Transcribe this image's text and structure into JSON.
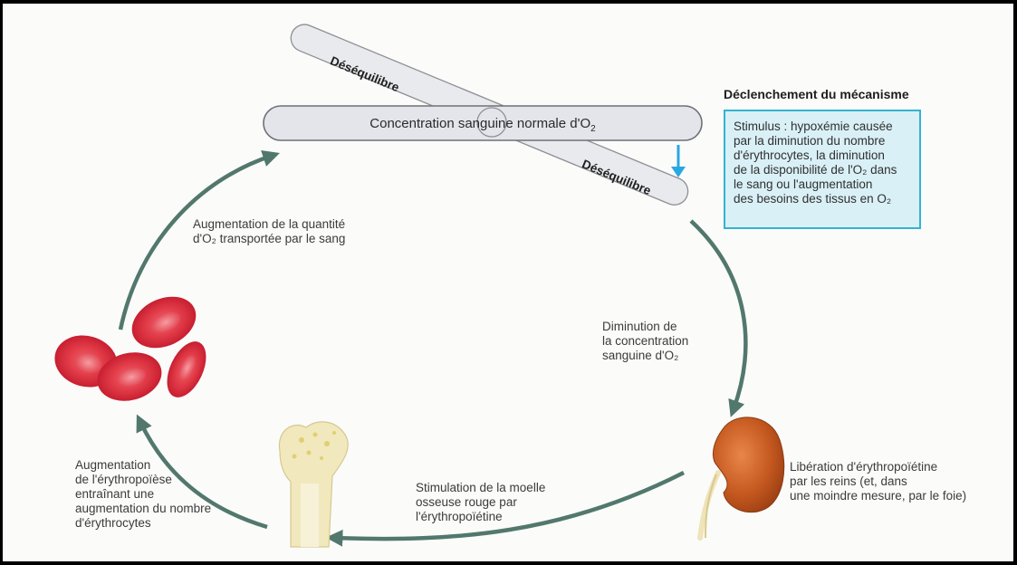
{
  "colors": {
    "arrow": "#52786d",
    "stimulus_arrow": "#28a8e0",
    "box_border": "#33b3cf",
    "box_fill": "#d9f0f6",
    "cell": "#d82a3a",
    "kidney": "#c0561f",
    "bone": "#f0e6b8"
  },
  "bar_top_label": "Déséquilibre",
  "bar_bottom_label": "Déséquilibre",
  "normal_concentration": {
    "text": "Concentration sanguine normale d'O",
    "subscript": "2"
  },
  "trigger": {
    "title": "Déclenchement du mécanisme",
    "stimulus": "Stimulus : hypoxémie causée\npar la diminution du nombre\nd'érythrocytes, la diminution\nde la disponibilité de l'O₂ dans\nle sang ou l'augmentation\ndes besoins des tissus en O₂"
  },
  "steps": {
    "decrease": "Diminution de\nla concentration\nsanguine d'O₂",
    "epo_release": "Libération d'érythropoïétine\npar les reins (et, dans\nune moindre mesure, par le foie)",
    "marrow_stimulation": "Stimulation de la moelle\nosseuse rouge par\nl'érythropoïétine",
    "erythropoiesis": "Augmentation\nde l'érythropoïèse\nentraînant une\naugmentation du nombre\nd'érythrocytes",
    "o2_transport": "Augmentation de la quantité\nd'O₂ transportée par le sang"
  },
  "icons": {
    "cells": "red-blood-cells-icon",
    "bone": "bone-marrow-icon",
    "kidney": "kidney-icon"
  }
}
